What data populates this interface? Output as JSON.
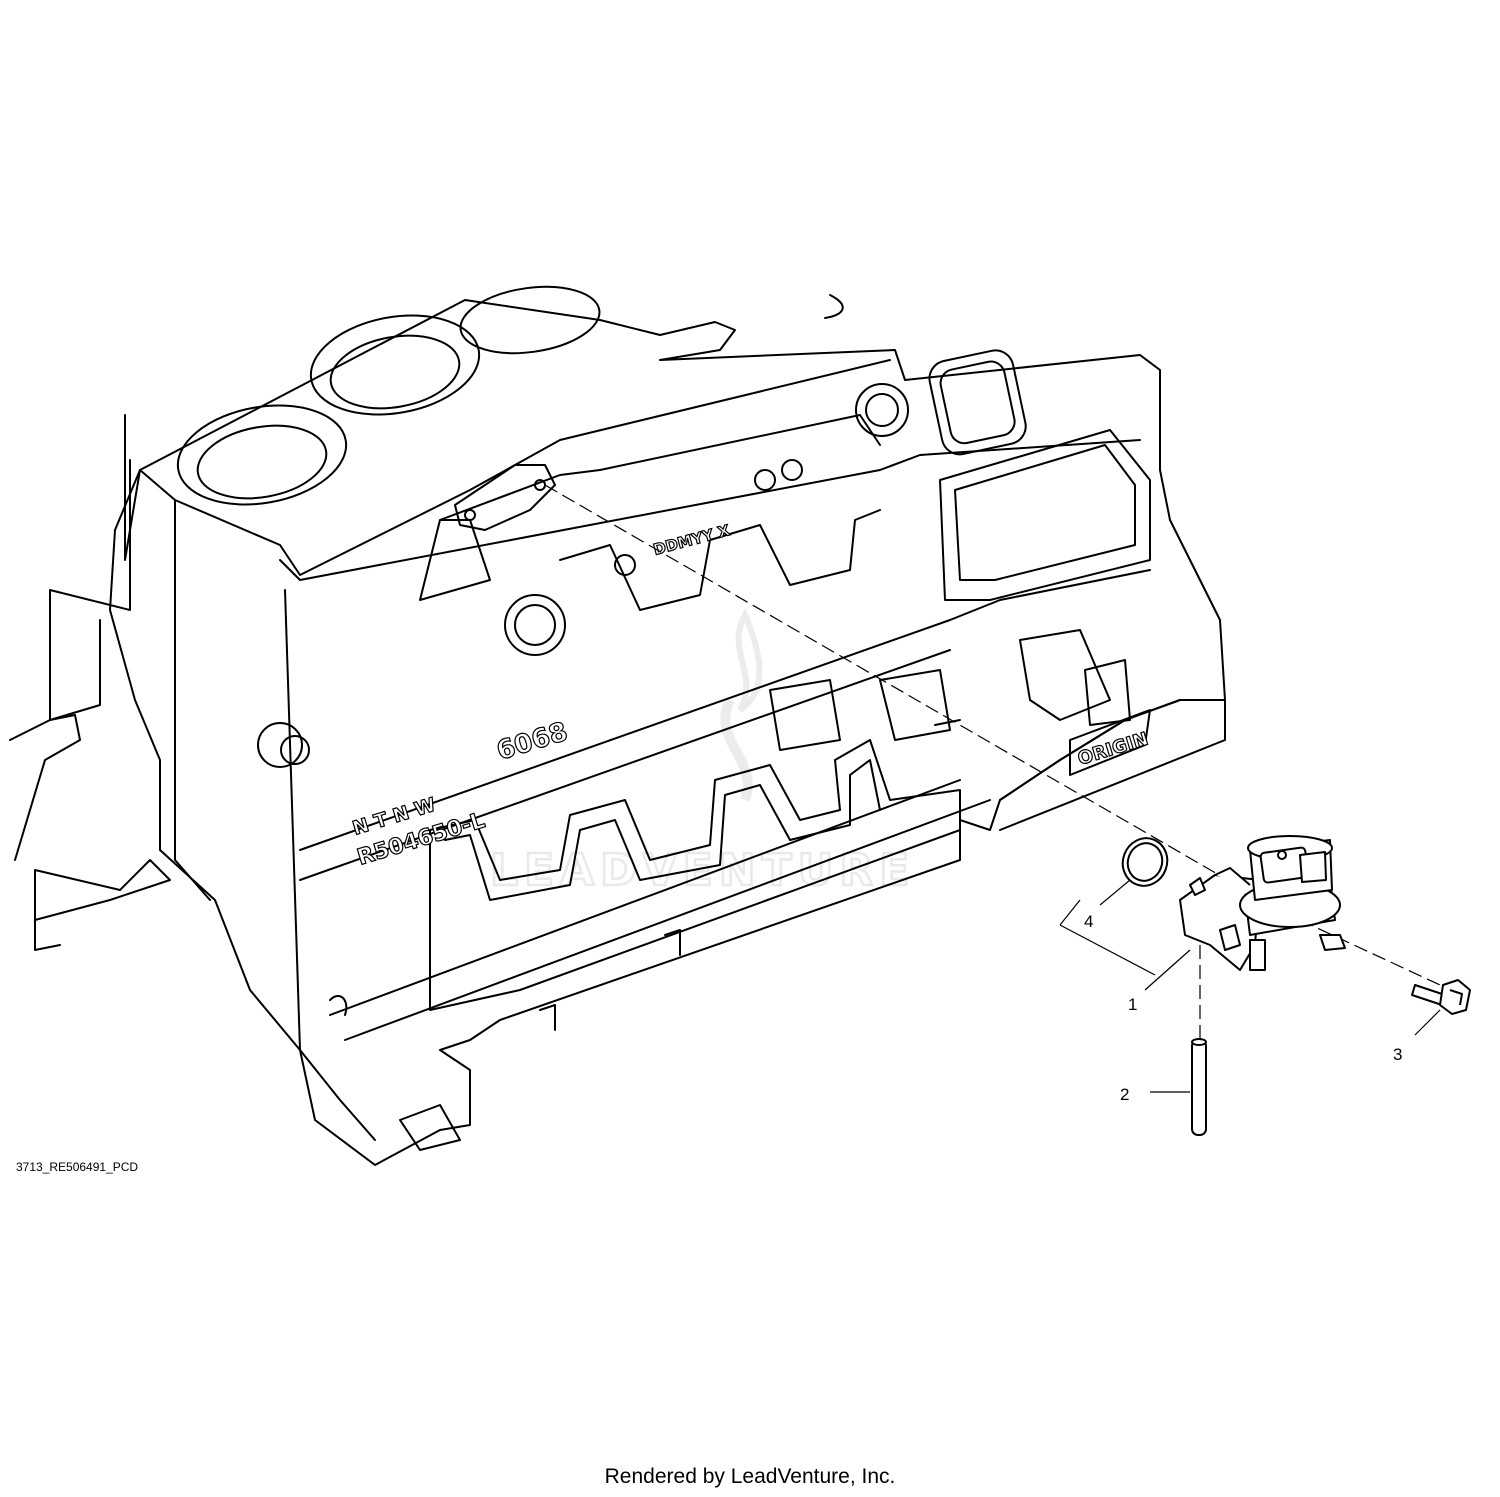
{
  "drawing_id": "3713_RE506491_PCD",
  "footer": "Rendered by LeadVenture, Inc.",
  "watermark": "LEADVENTURE",
  "callouts": [
    {
      "number": "1"
    },
    {
      "number": "2"
    },
    {
      "number": "3"
    },
    {
      "number": "4"
    }
  ],
  "casting_marks": {
    "top_code": "DDMYY X",
    "part_number": "R504650-L",
    "model": "6068",
    "nt_nw": "N T     N W",
    "origin": "ORIGIN"
  },
  "colors": {
    "line": "#000000",
    "background": "#ffffff",
    "watermark": "#e9e9e9"
  }
}
